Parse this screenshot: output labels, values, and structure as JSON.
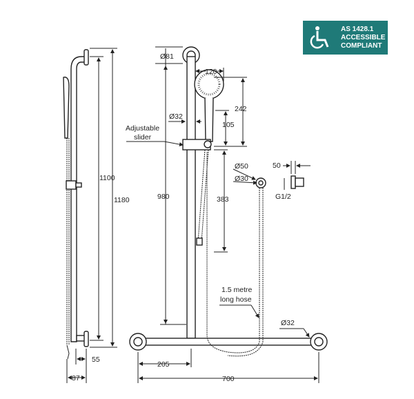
{
  "badge": {
    "line1": "AS 1428.1",
    "line2": "ACCESSIBLE",
    "line3": "COMPLIANT",
    "icon": "wheelchair-icon",
    "color": "#1f7a78"
  },
  "dimensions": {
    "side_1100": "1100",
    "side_1180": "1180",
    "side_55": "55",
    "side_87": "87",
    "flange_dia": "Ø81",
    "head_width": "120",
    "head_height": "242",
    "rail_dia": "Ø32",
    "handle_105": "105",
    "rail_980": "980",
    "hose_383": "383",
    "outlet_50": "Ø50",
    "outlet_30": "Ø30",
    "outlet_depth": "50",
    "thread": "G1/2",
    "bar_dia": "Ø32",
    "bar_205": "205",
    "bar_700": "700"
  },
  "labels": {
    "slider_1": "Adjustable",
    "slider_2": "slider",
    "hose_1": "1.5 metre",
    "hose_2": "long hose"
  }
}
